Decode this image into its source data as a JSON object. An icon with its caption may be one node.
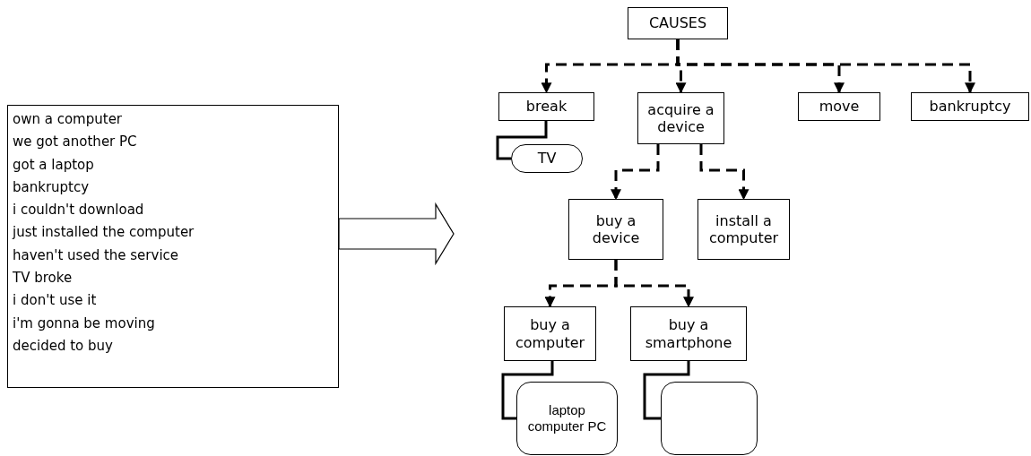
{
  "diagram": {
    "nodes": [
      {
        "text": [
          "own a computer",
          "we got another PC",
          "got a laptop",
          "bankruptcy",
          "i couldn't download",
          "just installed the computer",
          "haven't used the service",
          "TV broke",
          "i don't use it",
          "i'm gonna be moving",
          "decided to buy"
        ]
      },
      {
        "text": [
          "CAUSES"
        ]
      },
      {
        "text": [
          "break"
        ]
      },
      {
        "text": [
          "acquire a device"
        ]
      },
      {
        "text": [
          "move"
        ]
      },
      {
        "text": [
          "bankruptcy"
        ]
      },
      {
        "text": [
          "TV"
        ]
      },
      {
        "text": [
          "buy a device"
        ]
      },
      {
        "text": [
          "install a computer"
        ]
      },
      {
        "text": [
          "buy a computer"
        ]
      },
      {
        "text": [
          "buy a smartphone"
        ]
      },
      {
        "text": [
          "laptop computer PC"
        ]
      },
      {
        "text": [],
        "shape": "box"
      }
    ],
    "edges": [
      {
        "from": 0,
        "to": null,
        "arrow": "to"
      },
      {
        "from": 1,
        "to": 2,
        "arrow": "to",
        "style": "dashed"
      },
      {
        "from": 1,
        "to": 3,
        "arrow": "to",
        "style": "dashed"
      },
      {
        "from": 1,
        "to": 4,
        "arrow": "to",
        "style": "dashed"
      },
      {
        "from": 1,
        "to": 5,
        "arrow": "to",
        "style": "dashed"
      },
      {
        "from": 2,
        "to": 6,
        "arrow": "none"
      },
      {
        "from": 3,
        "to": 7,
        "arrow": "to",
        "style": "dashed"
      },
      {
        "from": 3,
        "to": 8,
        "arrow": "to",
        "style": "dashed"
      },
      {
        "from": 7,
        "to": 9,
        "arrow": "to",
        "style": "dashed"
      },
      {
        "from": 7,
        "to": 10,
        "arrow": "to",
        "style": "dashed"
      },
      {
        "from": 9,
        "to": 11,
        "arrow": "none"
      },
      {
        "from": 10,
        "to": 12,
        "arrow": "none"
      }
    ]
  }
}
